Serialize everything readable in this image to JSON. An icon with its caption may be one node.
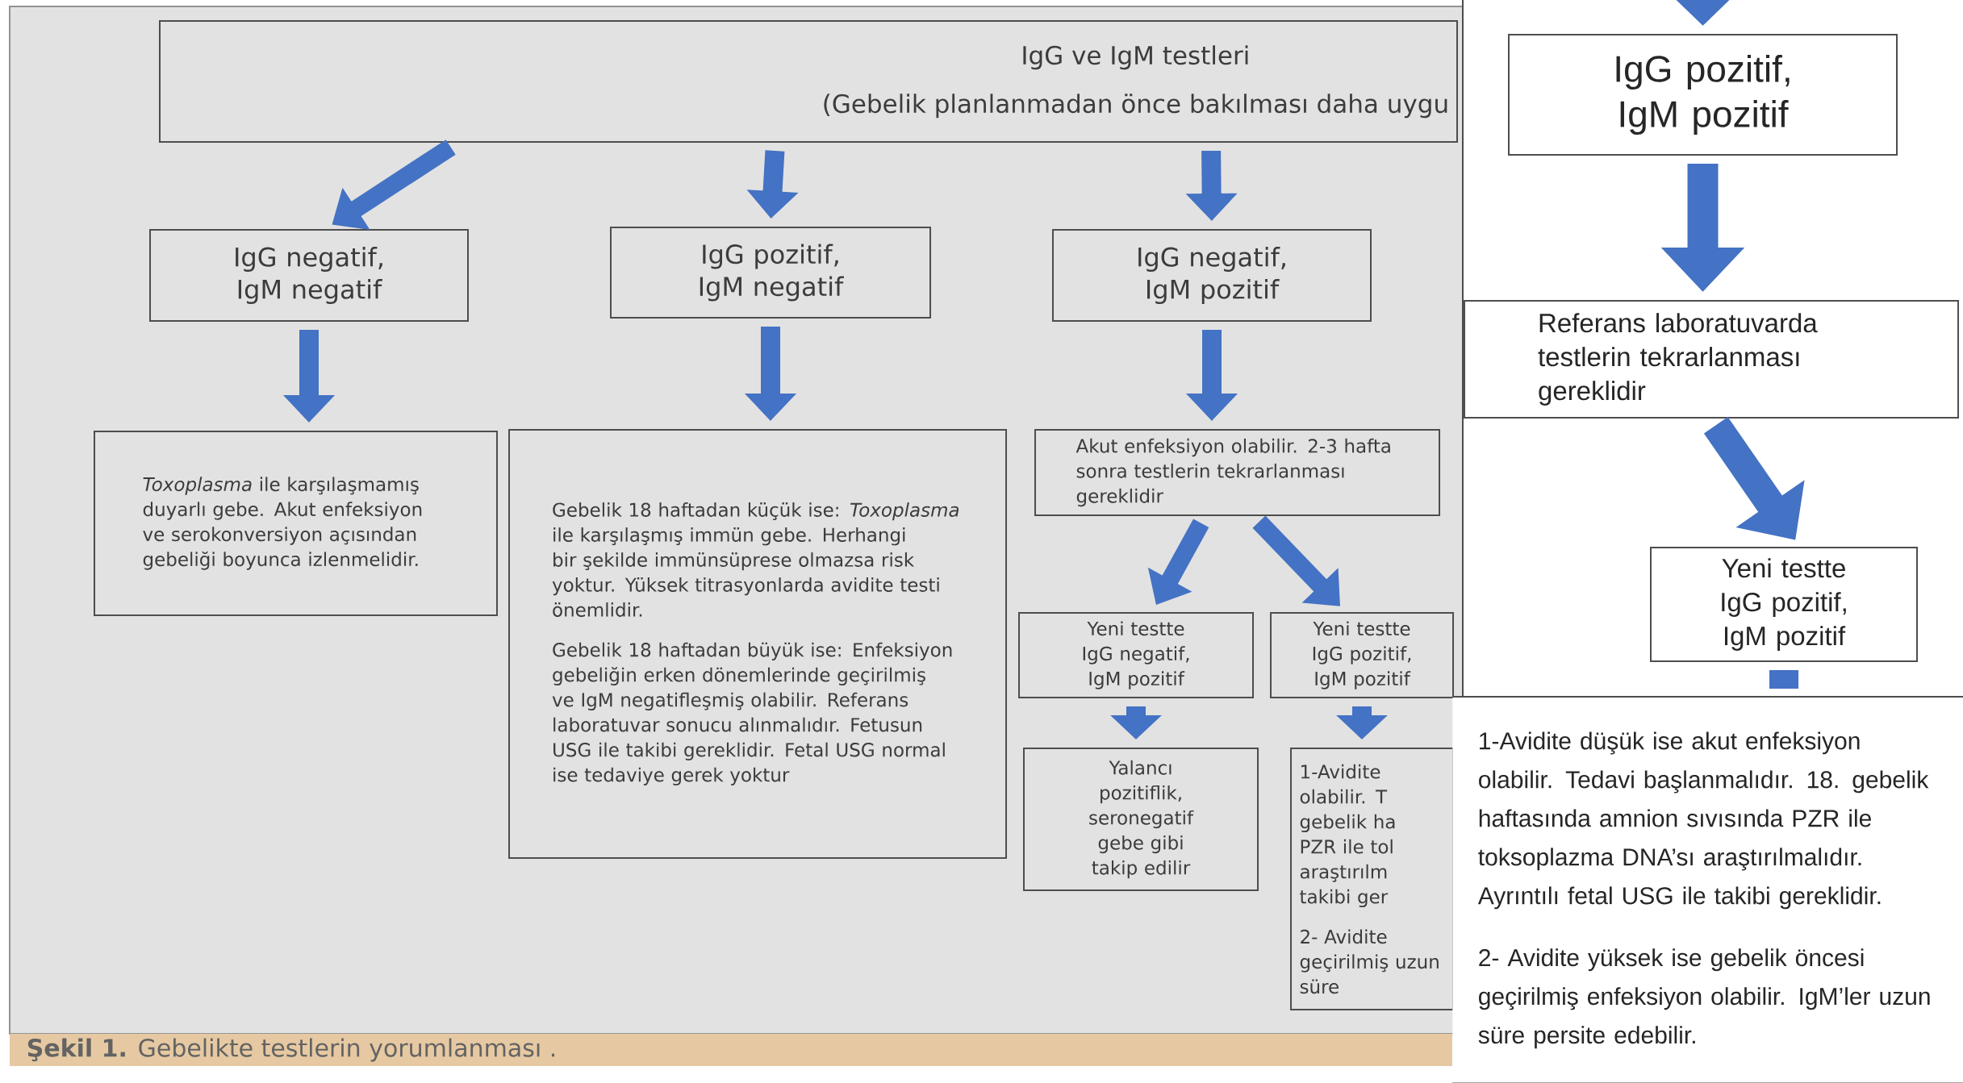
{
  "diagram": {
    "caption": "**Şekil 1.** Gebelikte testlerin yorumlanması .",
    "nodes": [
      {
        "text": [
          "IgG ve IgM testleri",
          "(Gebelik planlanmadan önce bakılması daha uygu"
        ]
      },
      {
        "text": [
          "IgG negatif, IgM negatif"
        ]
      },
      {
        "text": [
          "IgG pozitif, IgM negatif"
        ]
      },
      {
        "text": [
          "IgG negatif, IgM pozitif"
        ]
      },
      {
        "text": [
          "*Toxoplasma* ile karşılaşmamış duyarlı gebe. Akut enfeksiyon ve serokonversiyon açısından gebeliği boyunca izlenmelidir."
        ]
      },
      {
        "text": [
          "Gebelik 18 haftadan küçük ise: *Toxoplasma* ile karşılaşmış immün gebe. Herhangi bir şekilde immünsüprese olmazsa risk yoktur. Yüksek titrasyonlarda avidite testi önemlidir.",
          "Gebelik 18 haftadan büyük ise: Enfeksiyon gebeliğin erken dönemlerinde geçirilmiş ve IgM negatifleşmiş olabilir. Referans laboratuvar sonucu alınmalıdır. Fetusun USG ile takibi gereklidir. Fetal USG normal ise tedaviye gerek yoktur"
        ]
      },
      {
        "text": [
          "Akut enfeksiyon olabilir. 2-3 hafta sonra testlerin tekrarlanması gereklidir"
        ]
      },
      {
        "text": [
          "Yeni testte IgG negatif, IgM pozitif"
        ]
      },
      {
        "text": [
          "Yeni testte IgG pozitif, IgM pozitif"
        ]
      },
      {
        "text": [
          "Yalancı pozitiflik, seronegatif gebe gibi takip edilir"
        ]
      },
      {
        "text": [
          "1-Avidite olabilir. T gebelik ha PZR ile tol araştırılm takibi ger",
          "2- Avidite geçirilmiş uzun süre"
        ]
      },
      {
        "text": [
          "IgG pozitif, IgM pozitif"
        ]
      },
      {
        "text": [
          "Referans laboratuvarda testlerin tekrarlanması gereklidir"
        ]
      },
      {
        "text": [
          "Yeni testte IgG pozitif, IgM pozitif"
        ]
      },
      {
        "text": [
          "1-Avidite düşük ise akut enfeksiyon olabilir. Tedavi başlanmalıdır. 18. gebelik haftasında amnion sıvısında PZR ile toksoplazma DNA’sı araştırılmalıdır. Ayrıntılı fetal USG ile takibi gereklidir.",
          "2- Avidite yüksek ise gebelik öncesi geçirilmiş enfeksiyon olabilir. IgM’ler uzun süre persite edebilir."
        ]
      }
    ],
    "edges": [
      {
        "from": 0,
        "to": 1,
        "arrow": "to"
      },
      {
        "from": 0,
        "to": 2,
        "arrow": "to"
      },
      {
        "from": 0,
        "to": 3,
        "arrow": "to"
      },
      {
        "from": 1,
        "to": 4,
        "arrow": "to"
      },
      {
        "from": 2,
        "to": 5,
        "arrow": "to"
      },
      {
        "from": 3,
        "to": 6,
        "arrow": "to"
      },
      {
        "from": 6,
        "to": 7,
        "arrow": "to"
      },
      {
        "from": 6,
        "to": 8,
        "arrow": "to"
      },
      {
        "from": 7,
        "to": 9,
        "arrow": "to"
      },
      {
        "from": 8,
        "to": 10,
        "arrow": "to"
      },
      {
        "from": null,
        "to": 11,
        "arrow": "to"
      },
      {
        "from": 11,
        "to": 12,
        "arrow": "to"
      },
      {
        "from": 12,
        "to": 13,
        "arrow": "to"
      },
      {
        "from": 13,
        "to": 14,
        "arrow": "none"
      }
    ]
  }
}
